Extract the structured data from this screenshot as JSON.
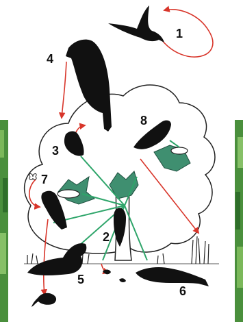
{
  "diagram": {
    "labels": [
      "1",
      "2",
      "3",
      "4",
      "5",
      "6",
      "7",
      "8"
    ]
  },
  "colors": {
    "bird": "#111111",
    "arrow": "#d8352a",
    "link": "#2ea56a",
    "leaf": "#3f8f70",
    "outline": "#222222",
    "background_foliage": "#3d8a3a"
  },
  "icons": [
    "swift-icon",
    "kite-icon",
    "woodpecker-icon",
    "treecreeper-icon",
    "blackbird-icon",
    "thrush-icon",
    "flycatcher-icon",
    "oriole-icon",
    "nest-icon",
    "butterfly-icon",
    "mouse-icon",
    "ant-icon",
    "insect-icon"
  ]
}
